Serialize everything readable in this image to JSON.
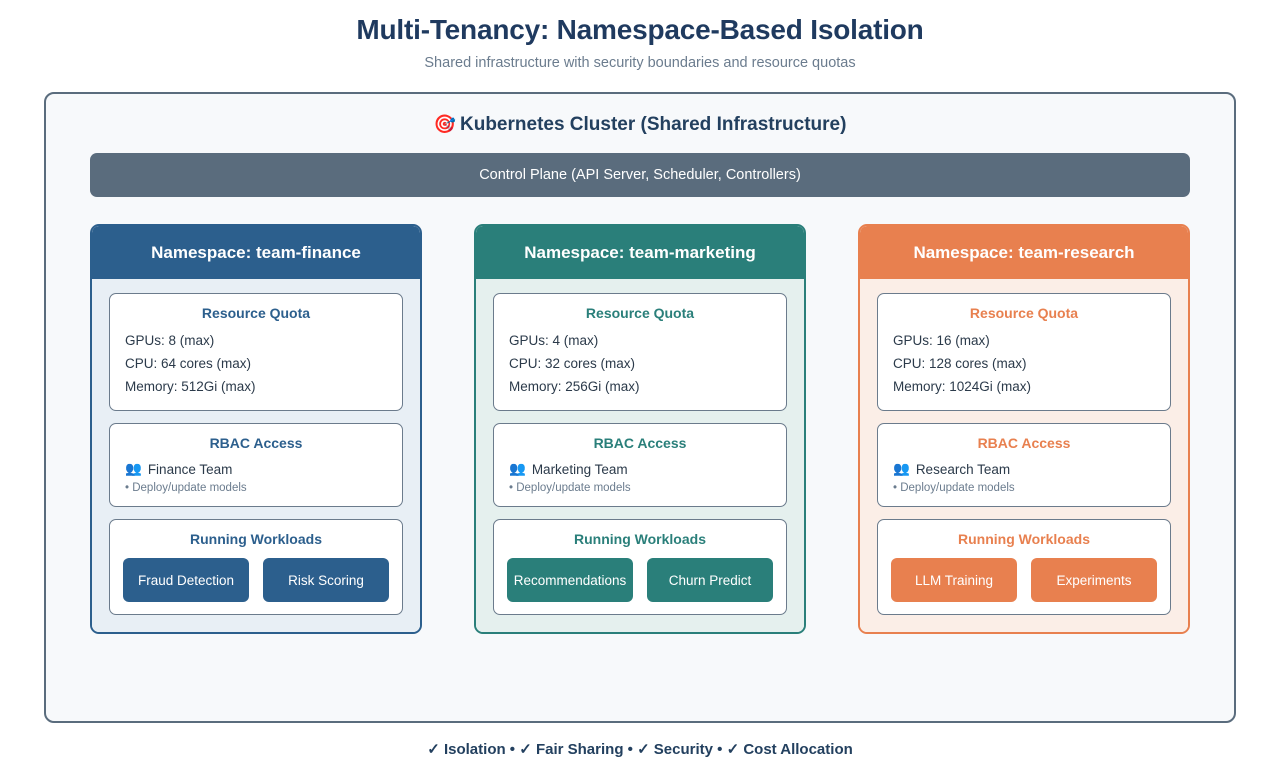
{
  "header": {
    "title": "Multi-Tenancy: Namespace-Based Isolation",
    "subtitle": "Shared infrastructure with security boundaries and resource quotas"
  },
  "cluster": {
    "icon": "target-icon",
    "icon_glyph": "🎯",
    "title": "Kubernetes Cluster (Shared Infrastructure)",
    "control_plane": "Control Plane (API Server, Scheduler, Controllers)",
    "control_plane_color": "#5a6c7d",
    "border_color": "#5a6c7d",
    "background_color": "#f7f9fb"
  },
  "namespaces": [
    {
      "header": "Namespace: team-finance",
      "accent": "#2c5f8d",
      "body_bg": "#e8eff5",
      "quota": {
        "title": "Resource Quota",
        "lines": [
          "GPUs: 8 (max)",
          "CPU: 64 cores (max)",
          "Memory: 512Gi (max)"
        ]
      },
      "rbac": {
        "title": "RBAC Access",
        "icon_glyph": "👥",
        "role": "Finance Team",
        "permission": "• Deploy/update models"
      },
      "workloads": {
        "title": "Running Workloads",
        "items": [
          "Fraud Detection",
          "Risk Scoring"
        ]
      }
    },
    {
      "header": "Namespace: team-marketing",
      "accent": "#2a7f7a",
      "body_bg": "#e5f0ee",
      "quota": {
        "title": "Resource Quota",
        "lines": [
          "GPUs: 4 (max)",
          "CPU: 32 cores (max)",
          "Memory: 256Gi (max)"
        ]
      },
      "rbac": {
        "title": "RBAC Access",
        "icon_glyph": "👥",
        "role": "Marketing Team",
        "permission": "• Deploy/update models"
      },
      "workloads": {
        "title": "Running Workloads",
        "items": [
          "Recommendations",
          "Churn Predict"
        ]
      }
    },
    {
      "header": "Namespace: team-research",
      "accent": "#e8804f",
      "body_bg": "#fbeee7",
      "quota": {
        "title": "Resource Quota",
        "lines": [
          "GPUs: 16 (max)",
          "CPU: 128 cores (max)",
          "Memory: 1024Gi (max)"
        ]
      },
      "rbac": {
        "title": "RBAC Access",
        "icon_glyph": "👥",
        "role": "Research Team",
        "permission": "• Deploy/update models"
      },
      "workloads": {
        "title": "Running Workloads",
        "items": [
          "LLM Training",
          "Experiments"
        ]
      }
    }
  ],
  "footer": {
    "text": "✓ Isolation • ✓ Fair Sharing • ✓ Security • ✓ Cost Allocation"
  }
}
